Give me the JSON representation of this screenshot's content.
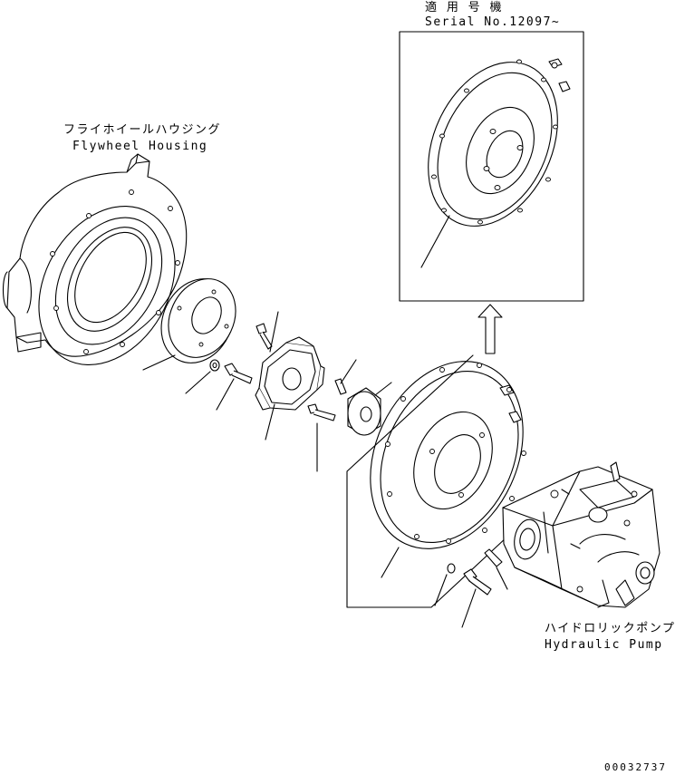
{
  "serial_note": {
    "label_jp": "適 用 号 機",
    "label_en": "Serial No.12097~"
  },
  "flywheel_housing": {
    "label_jp": "フライホイールハウジング",
    "label_en": "Flywheel Housing"
  },
  "hydraulic_pump": {
    "label_jp": "ハイドロリックポンプ",
    "label_en": "Hydraulic Pump"
  },
  "drawing_number": "00032737"
}
